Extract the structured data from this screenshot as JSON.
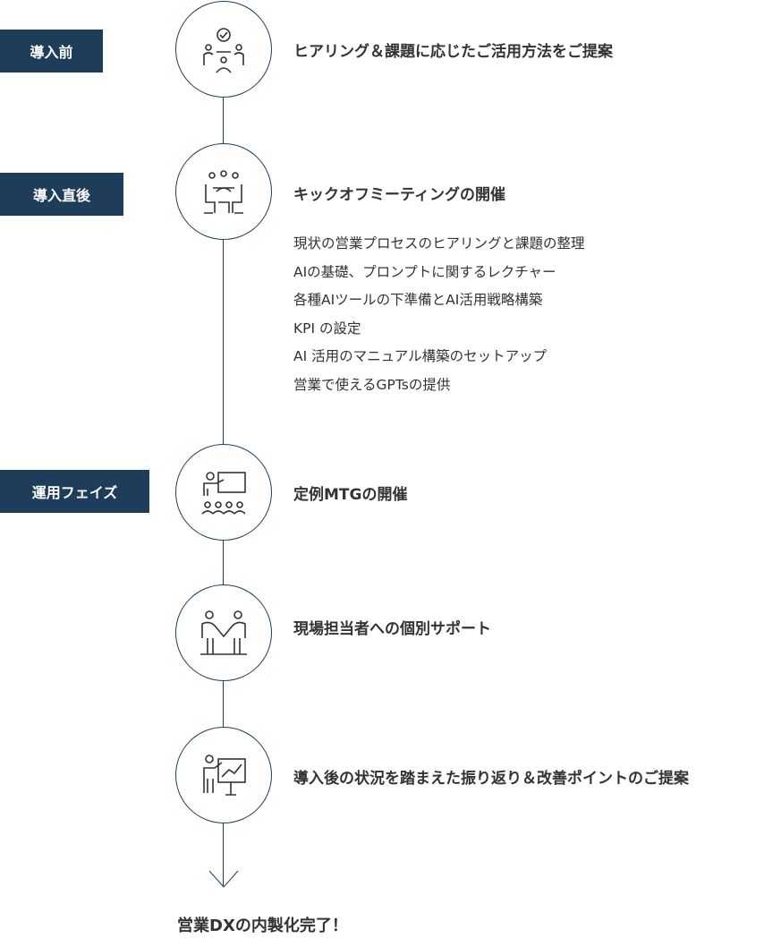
{
  "steps": [
    {
      "phase": "導入前",
      "icon": "meeting-check-icon",
      "title": "ヒアリング＆課題に応じたご活用方法をご提案"
    },
    {
      "phase": "導入直後",
      "icon": "kickoff-meeting-icon",
      "title": "キックオフミーティングの開催",
      "items": [
        "現状の営業プロセスのヒアリングと課題の整理",
        "AIの基礎、プロンプトに関するレクチャー",
        "各種AIツールの下準備とAI活用戦略構築",
        "KPI の設定",
        "AI 活用のマニュアル構築のセットアップ",
        "営業で使えるGPTsの提供"
      ]
    },
    {
      "phase": "運用フェイズ",
      "icon": "presentation-icon",
      "title": "定例MTGの開催"
    },
    {
      "icon": "handshake-support-icon",
      "title": "現場担当者への個別サポート"
    },
    {
      "icon": "growth-chart-presentation-icon",
      "title": "導入後の状況を踏まえた振り返り＆改善ポイントのご提案"
    }
  ],
  "final": "営業DXの内製化完了！",
  "colors": {
    "accent": "#1e3d5a",
    "text": "#333333"
  }
}
